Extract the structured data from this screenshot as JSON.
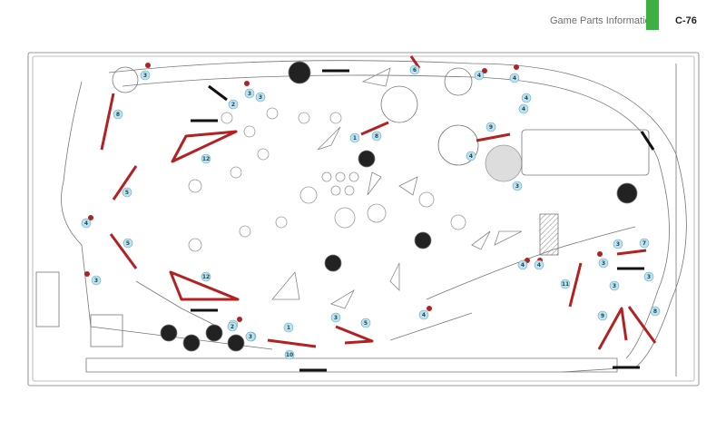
{
  "header": {
    "section_title": "Game Parts Information",
    "page_number": "C-76",
    "accent_color": "#3cb043"
  },
  "diagram": {
    "highlight_color": "#b22222",
    "callout_color": "#bfe3ee",
    "callouts": [
      "3",
      "2",
      "3",
      "3",
      "8",
      "2",
      "6",
      "4",
      "4",
      "4",
      "4",
      "9",
      "4",
      "1",
      "8",
      "3",
      "12",
      "5",
      "4",
      "5",
      "3",
      "12",
      "3",
      "2",
      "3",
      "1",
      "10",
      "3",
      "5",
      "4",
      "4",
      "4",
      "3",
      "7",
      "3",
      "3",
      "3",
      "11",
      "9",
      "8"
    ]
  }
}
